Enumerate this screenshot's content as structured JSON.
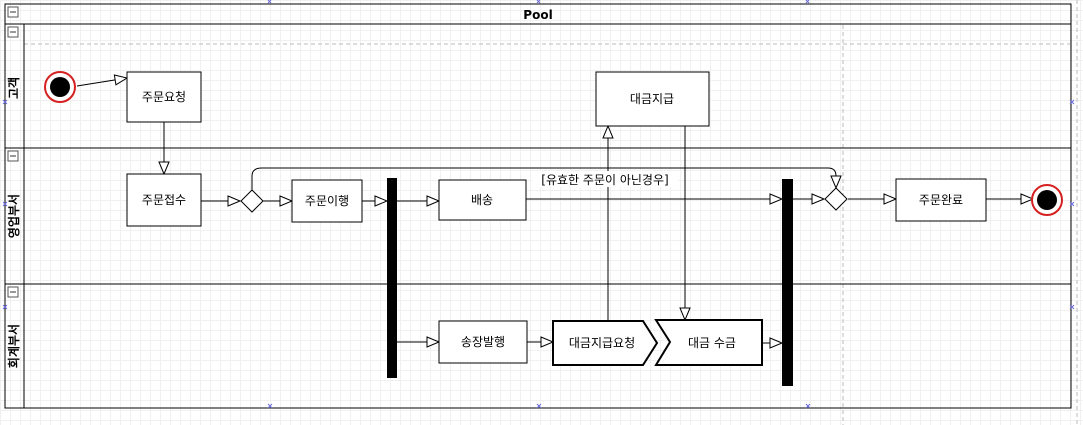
{
  "pool": {
    "title": "Pool"
  },
  "lanes": {
    "customer": "고객",
    "sales": "영업부서",
    "accounting": "회계부서"
  },
  "nodes": {
    "order_request": "주문요청",
    "order_receipt": "주문접수",
    "order_fulfill": "주문이행",
    "delivery": "배송",
    "order_complete": "주문완료",
    "payment": "대금지급",
    "invoice": "송장발행",
    "payment_request": "대금지급요청",
    "payment_receive": "대금 수금"
  },
  "guards": {
    "invalid_order": "[유효한 주문이 아닌경우]"
  },
  "colors": {
    "start_ring": "#d62020",
    "stroke": "#000000",
    "grid": "#f0f0f0"
  }
}
